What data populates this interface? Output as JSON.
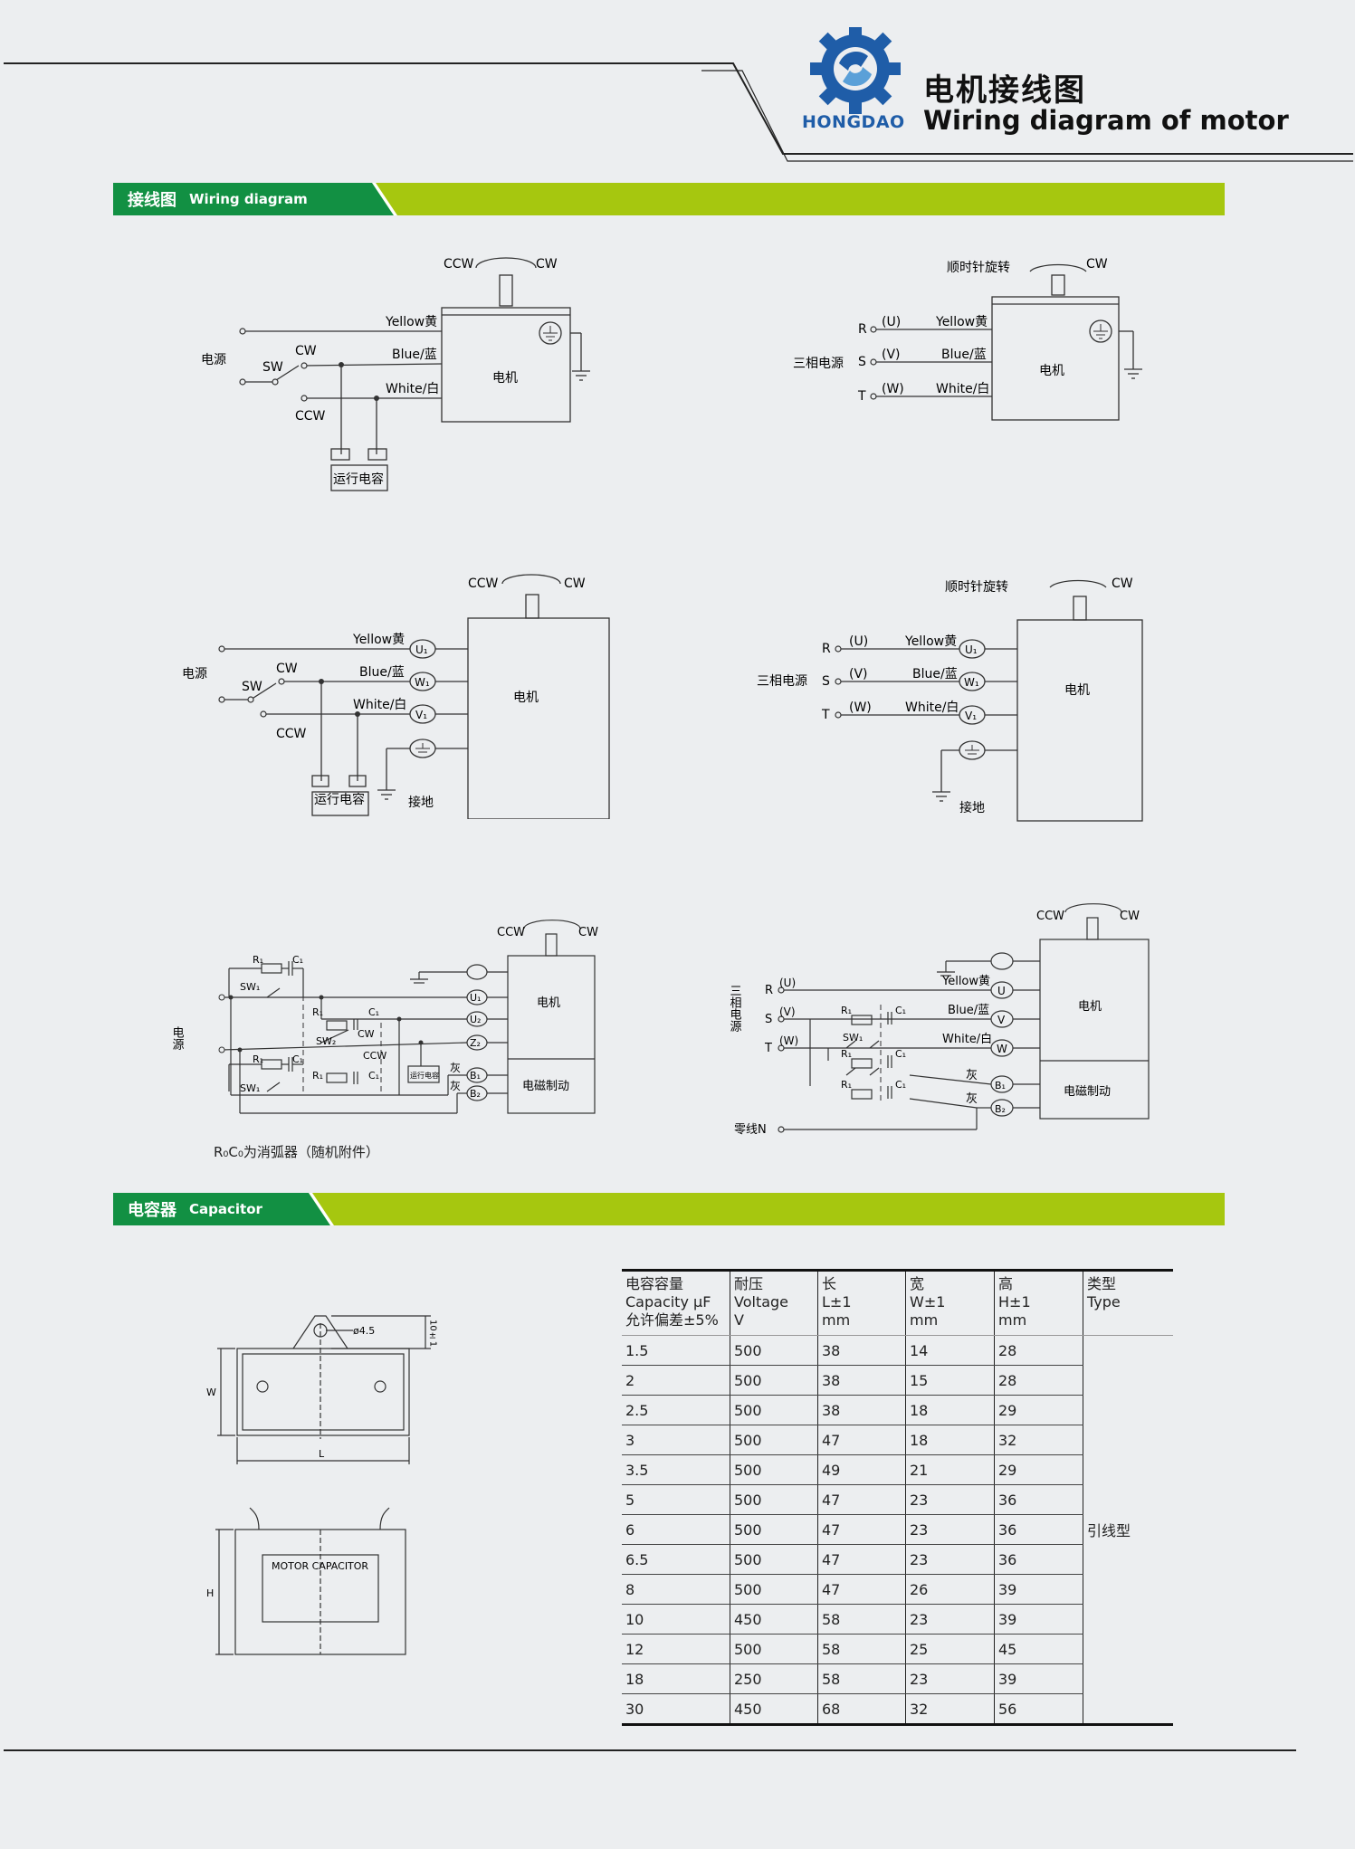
{
  "header": {
    "logo_text": "HONGDAO",
    "title_cn": "电机接线图",
    "title_en": "Wiring diagram of motor"
  },
  "sections": {
    "wiring": {
      "cn": "接线图",
      "en": "Wiring diagram"
    },
    "capacitor": {
      "cn": "电容器",
      "en": "Capacitor"
    }
  },
  "colors": {
    "green_dark": "#129043",
    "green_light": "#a6c70f",
    "logo_blue": "#1f5da8",
    "background": "#eceef0"
  },
  "labels": {
    "ccw": "CCW",
    "cw": "CW",
    "sw": "SW",
    "sw1": "SW₁",
    "sw2": "SW₂",
    "power": "电源",
    "three_phase_power": "三相电源",
    "clockwise": "顺时针旋转",
    "motor": "电机",
    "brake": "电磁制动",
    "run_cap": "运行电容",
    "ground": "接地",
    "yellow": "Yellow黄",
    "blue": "Blue/蓝",
    "white": "White/白",
    "gray": "灰",
    "neutral": "零线N",
    "r": "R",
    "s": "S",
    "t": "T",
    "u": "(U)",
    "v": "(V)",
    "w": "(W)",
    "U": "U",
    "V": "V",
    "W": "W",
    "U1": "U₁",
    "W1": "W₁",
    "V1": "V₁",
    "U2": "U₂",
    "Z2": "Z₂",
    "B1": "B₁",
    "B2": "B₂",
    "R1": "R₁",
    "C1": "C₁",
    "Ri": "R₁",
    "Ci": "C₁",
    "run_cap_small": "运行电容"
  },
  "note": "R₀C₀为消弧器（随机附件）",
  "capacitor_drawing": {
    "hole": "ø4.5",
    "dim_top": "10±1",
    "dim_w": "W",
    "dim_l": "L",
    "dim_h": "H",
    "front_text": "MOTOR CAPACITOR"
  },
  "table": {
    "headers": [
      [
        "电容容量",
        "Capacity μF",
        "允许偏差±5%"
      ],
      [
        "耐压",
        "Voltage",
        "V"
      ],
      [
        "长",
        "L±1",
        "mm"
      ],
      [
        "宽",
        "W±1",
        "mm"
      ],
      [
        "高",
        "H±1",
        "mm"
      ],
      [
        "类型",
        "Type",
        ""
      ]
    ],
    "rows": [
      [
        "1.5",
        "500",
        "38",
        "14",
        "28"
      ],
      [
        "2",
        "500",
        "38",
        "15",
        "28"
      ],
      [
        "2.5",
        "500",
        "38",
        "18",
        "29"
      ],
      [
        "3",
        "500",
        "47",
        "18",
        "32"
      ],
      [
        "3.5",
        "500",
        "49",
        "21",
        "29"
      ],
      [
        "5",
        "500",
        "47",
        "23",
        "36"
      ],
      [
        "6",
        "500",
        "47",
        "23",
        "36"
      ],
      [
        "6.5",
        "500",
        "47",
        "23",
        "36"
      ],
      [
        "8",
        "500",
        "47",
        "26",
        "39"
      ],
      [
        "10",
        "450",
        "58",
        "23",
        "39"
      ],
      [
        "12",
        "500",
        "58",
        "25",
        "45"
      ],
      [
        "18",
        "250",
        "58",
        "23",
        "39"
      ],
      [
        "30",
        "450",
        "68",
        "32",
        "56"
      ]
    ],
    "type_value": "引线型"
  }
}
